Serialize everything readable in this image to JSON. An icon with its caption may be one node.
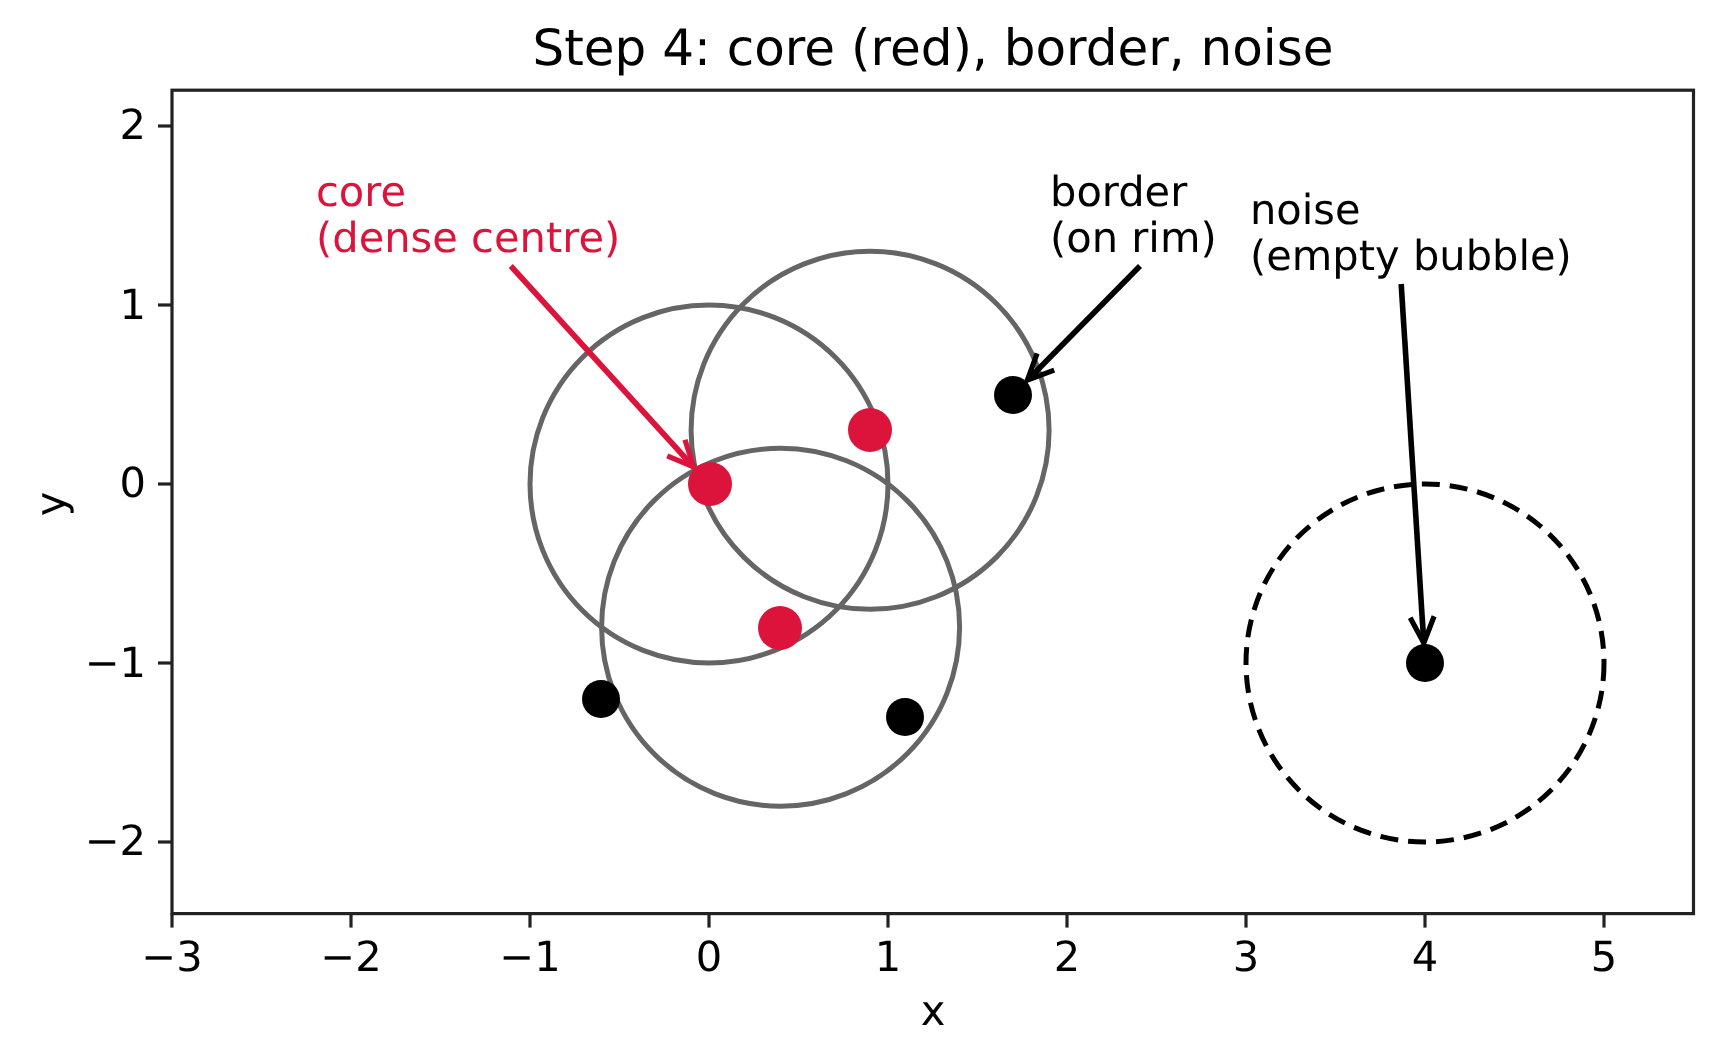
{
  "diagram": {
    "title": "Step 4: core (red), border, noise",
    "nodes": [
      {
        "text": [
          "core (dense centre)"
        ]
      },
      {
        "text": [
          "border (on rim)"
        ]
      },
      {
        "text": [
          "noise (empty bubble)"
        ]
      },
      {
        "text": [],
        "shape": "circle"
      },
      {
        "text": [],
        "shape": "circle"
      },
      {
        "text": [],
        "shape": "circle"
      },
      {
        "text": [],
        "shape": "circle"
      },
      {
        "text": [],
        "shape": "circle"
      },
      {
        "text": [],
        "shape": "circle"
      },
      {
        "text": [],
        "shape": "circle"
      }
    ],
    "edges": [
      {
        "from": 0,
        "to": 4,
        "arrow": "to",
        "color": "#dc143c"
      },
      {
        "from": 1,
        "to": 8,
        "arrow": "to"
      },
      {
        "from": 2,
        "to": 9,
        "arrow": "to"
      }
    ],
    "labels": [
      "2",
      "1",
      "0",
      "−1",
      "−2",
      "y",
      "−3",
      "−2",
      "−1",
      "0",
      "1",
      "2",
      "3",
      "4",
      "5",
      "x"
    ]
  }
}
